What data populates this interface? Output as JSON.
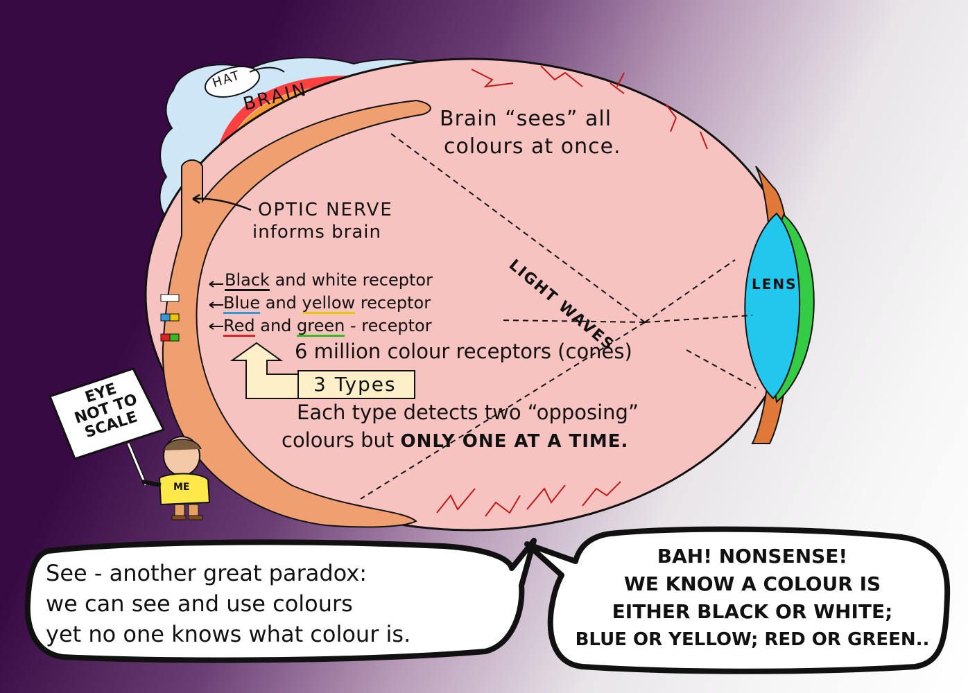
{
  "labels": {
    "hat": "HAT",
    "brain": "BRAIN",
    "brain_sees_line1": "Brain “sees” all",
    "brain_sees_line2": "colours at once.",
    "optic_nerve_line1": "OPTIC NERVE",
    "optic_nerve_line2": "informs brain",
    "light_waves": "LIGHT WAVES",
    "lens": "LENS",
    "receptor_bw_word1": "Black",
    "receptor_bw_rest": "and white receptor",
    "receptor_by_word1": "Blue",
    "receptor_by_mid": "and",
    "receptor_by_word2": "yellow",
    "receptor_by_rest": "receptor",
    "receptor_rg_word1": "Red",
    "receptor_rg_mid": "and",
    "receptor_rg_word2": "green",
    "receptor_rg_rest": "- receptor",
    "cones": "6 million colour receptors (cones)",
    "types": "3 Types",
    "opposing_line1": "Each type detects two “opposing”",
    "opposing_line2_start": "colours but",
    "opposing_line2_bold": "ONLY ONE AT A TIME.",
    "sign_line1": "EYE",
    "sign_line2": "NOT TO",
    "sign_line3": "SCALE",
    "me": "ME"
  },
  "bubbles": {
    "left": {
      "line1": "See - another great paradox:",
      "line2": "we can see and use colours",
      "line3": "yet no one knows what colour is."
    },
    "right": {
      "line1": "BAH! NONSENSE!",
      "line2": "WE KNOW A COLOUR IS",
      "line3": "EITHER BLACK OR WHITE;",
      "line4": "BLUE OR YELLOW; RED OR GREEN.."
    }
  },
  "colors": {
    "eyeball": "#f7c3c0",
    "retina": "#f0a070",
    "brain_cloud": "#cfe6f7",
    "lens": "#22c7ee",
    "lens_rim": "#33cc44",
    "black_underline": "#111111",
    "blue_underline": "#3399dd",
    "yellow_underline": "#e8c800",
    "red_underline": "#dd2222",
    "green_underline": "#33bb22"
  }
}
